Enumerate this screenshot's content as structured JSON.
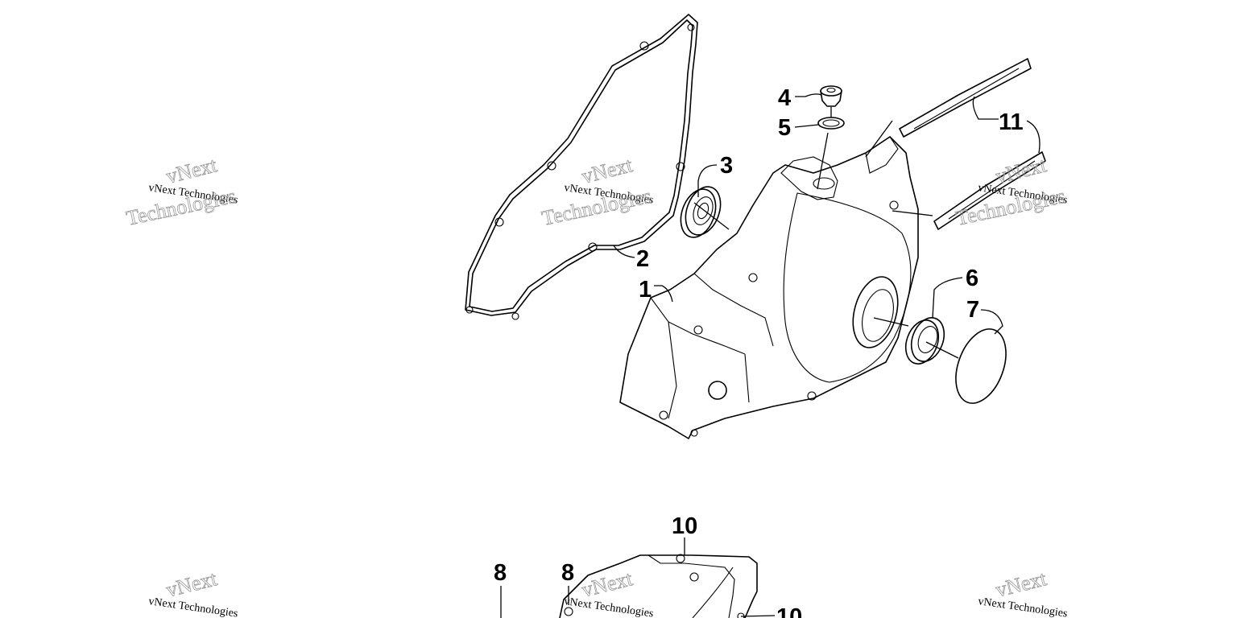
{
  "diagram": {
    "callouts": {
      "c1": "1",
      "c2": "2",
      "c3": "3",
      "c4": "4",
      "c5": "5",
      "c6": "6",
      "c7": "7",
      "c8a": "8",
      "c8b": "8",
      "c10a": "10",
      "c10b": "10",
      "c11": "11"
    }
  },
  "watermarks": {
    "line1": "vNext Technologies",
    "line2": "Technologies",
    "line3": "vNext"
  }
}
